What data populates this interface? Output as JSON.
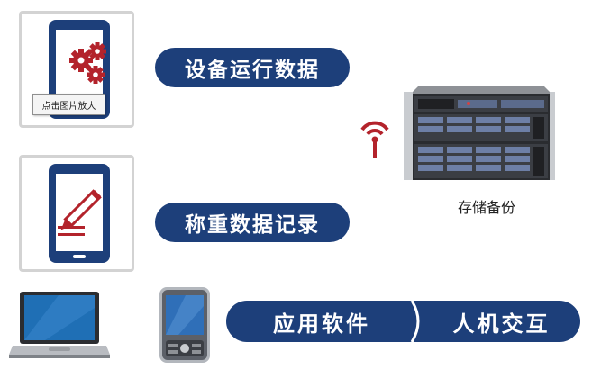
{
  "steps": {
    "device_data_label": "设备运行数据",
    "weighing_record_label": "称重数据记录",
    "app_software_label": "应用软件",
    "interaction_label": "人机交互"
  },
  "storage": {
    "caption": "存储备份"
  },
  "tooltip": {
    "text": "点击图片放大"
  },
  "colors": {
    "navy": "#1d3f7a",
    "accent_red": "#b3232b",
    "card_border": "#d3d3d3"
  }
}
